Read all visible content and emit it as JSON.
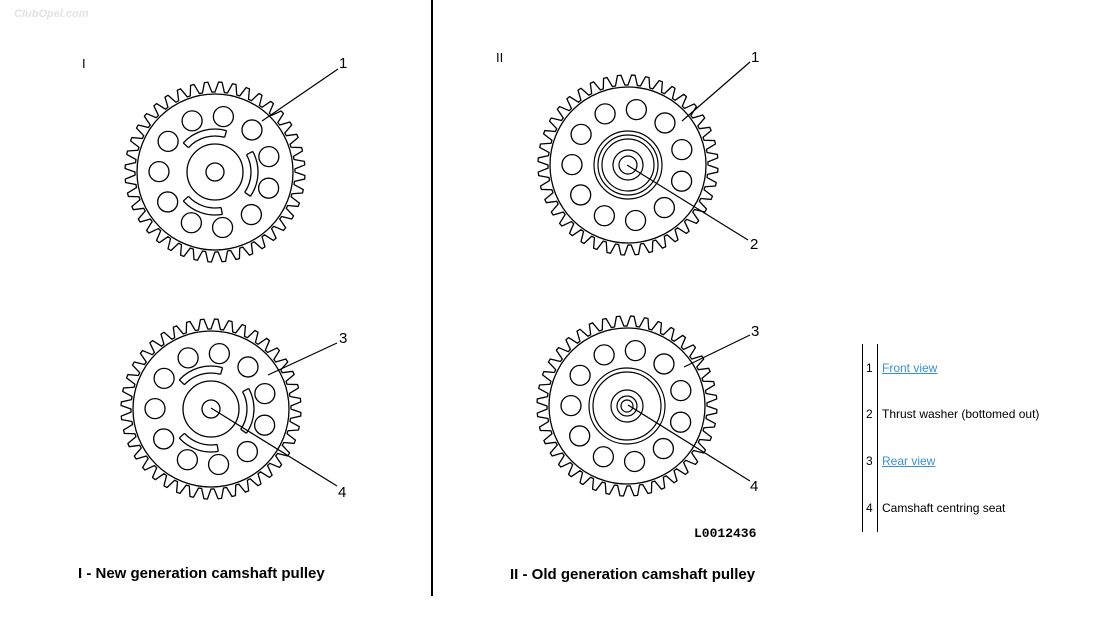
{
  "watermark": {
    "text": "ClubOpel.com"
  },
  "panels": {
    "left": {
      "label": "I",
      "caption": "I - New generation camshaft pulley"
    },
    "right": {
      "label": "II",
      "caption": "II - Old generation camshaft pulley"
    }
  },
  "callouts": {
    "left_top": "1",
    "left_bottom_3": "3",
    "left_bottom_4": "4",
    "right_top_1": "1",
    "right_top_2": "2",
    "right_bottom_3": "3",
    "right_bottom_4": "4"
  },
  "figure_code": "L0012436",
  "legend": {
    "items": [
      {
        "num": "1",
        "text": "Front view",
        "link": true
      },
      {
        "num": "2",
        "text": "Thrust washer (bottomed out)",
        "link": false
      },
      {
        "num": "3",
        "text": "Rear view",
        "link": true
      },
      {
        "num": "4",
        "text": "Camshaft centring seat",
        "link": false
      }
    ]
  },
  "colors": {
    "line": "#000000",
    "link": "#3a8fd9",
    "watermark": "#e3e3e3"
  }
}
